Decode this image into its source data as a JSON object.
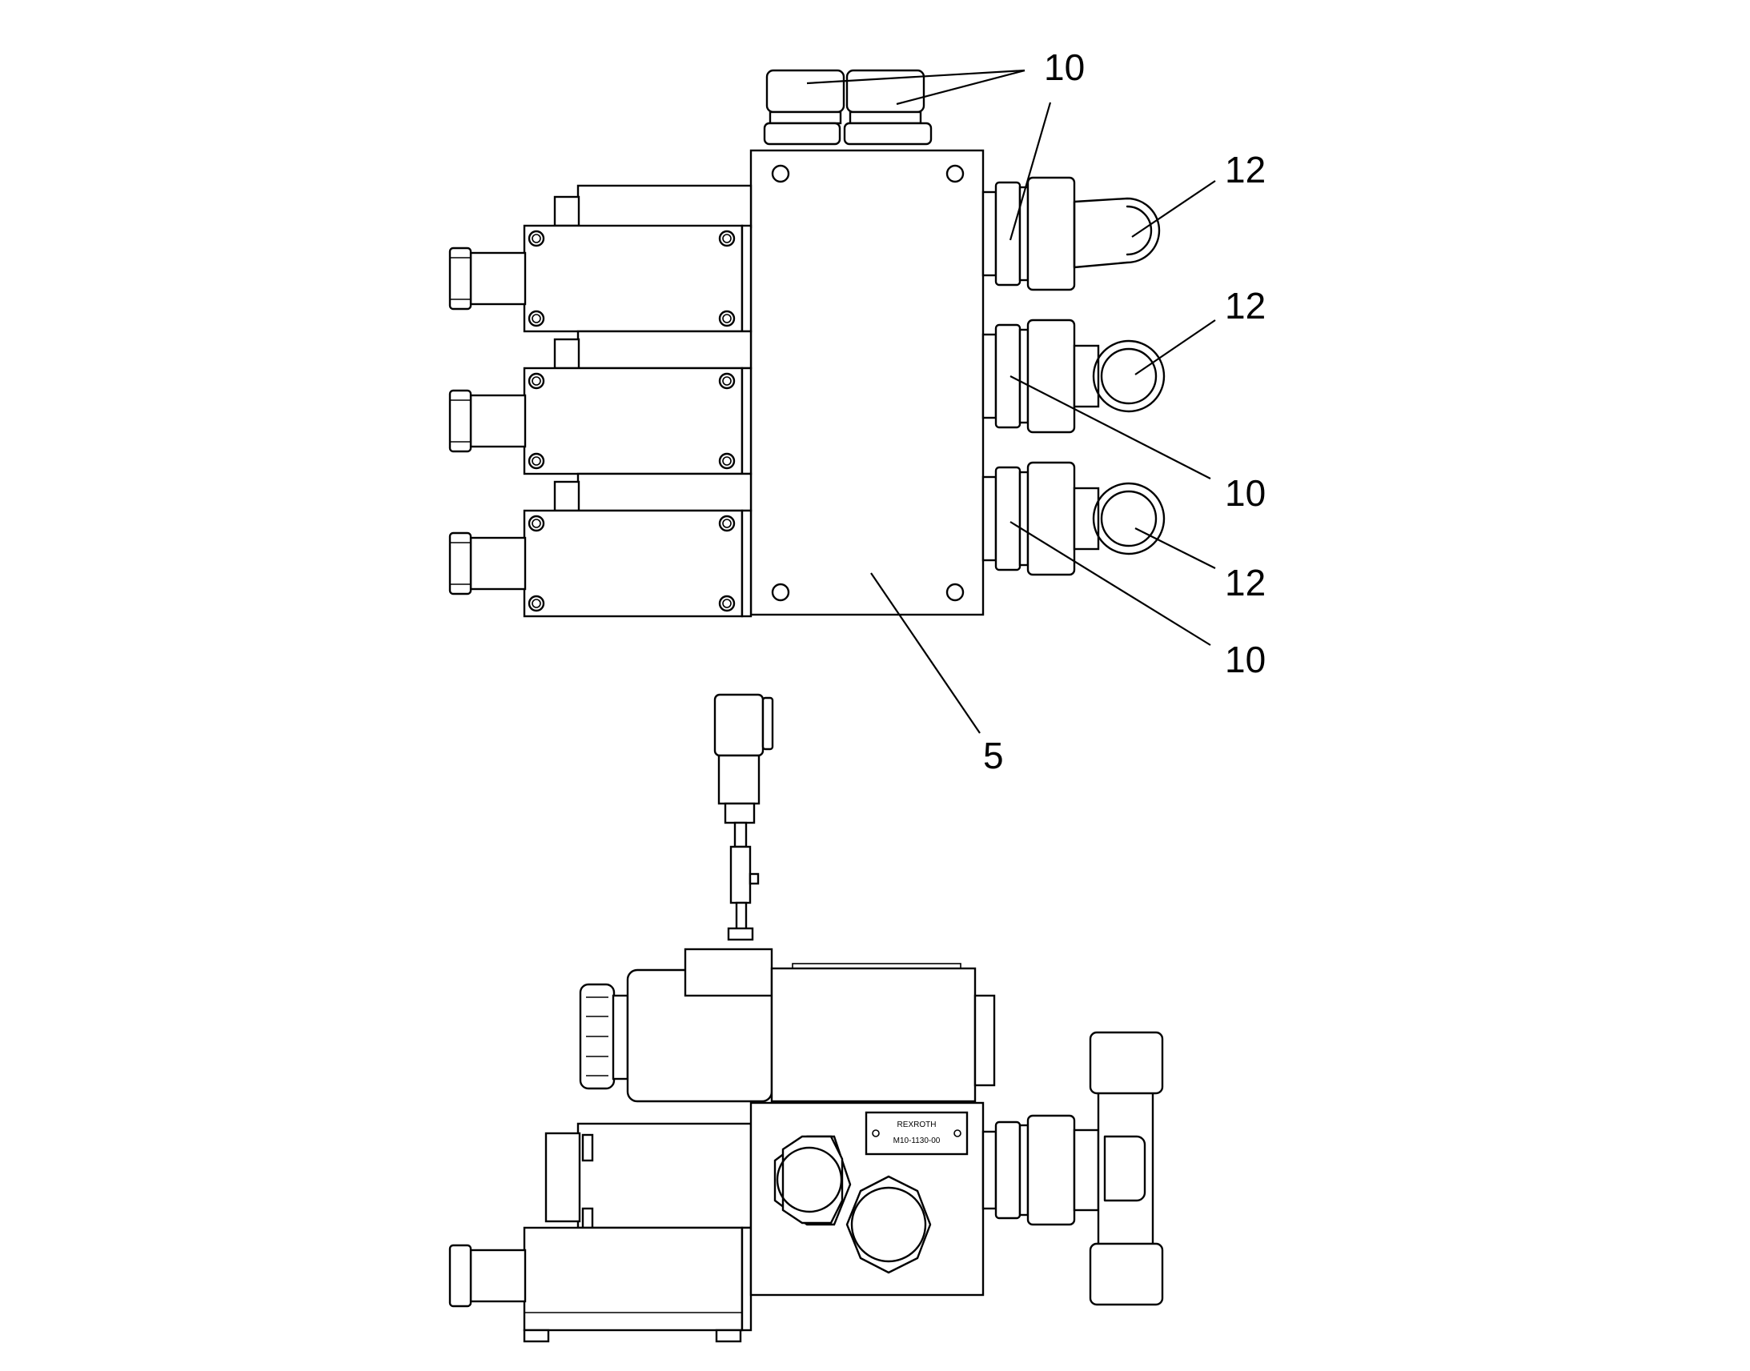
{
  "callouts": {
    "c10_top": "10",
    "c12_a": "12",
    "c12_b": "12",
    "c10_mid": "10",
    "c12_c": "12",
    "c10_low": "10",
    "c5": "5"
  },
  "nameplate": {
    "brand": "REXROTH",
    "part": "M10-1130-00"
  }
}
